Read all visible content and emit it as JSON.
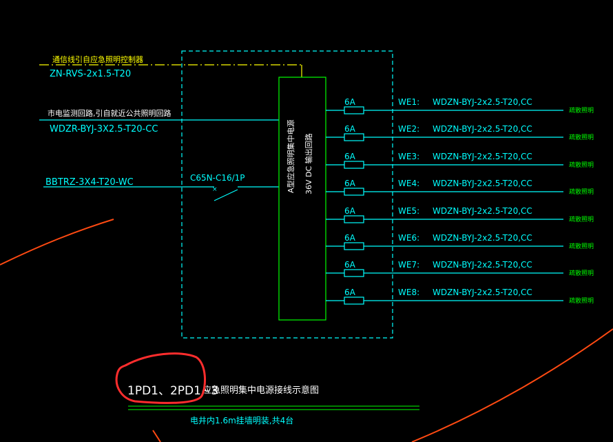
{
  "incoming": {
    "control_label": "通信线引自应急照明控制器",
    "control_cable": "ZN-RVS-2x1.5-T20",
    "monitor_label": "市电监测回路,引自就近公共照明回路",
    "monitor_cable": "WDZR-BYJ-3X2.5-T20-CC",
    "power_cable": "BBTRZ-3X4-T20-WC"
  },
  "breaker": "C65N-C16/1P",
  "power_unit": {
    "line1": "A型应急照明集中电源",
    "line2": "36V DC 输出回路"
  },
  "circuits": [
    {
      "fuse": "6A",
      "id": "WE1:",
      "cable": "WDZN-BYJ-2x2.5-T20,CC",
      "load": "疏散照明"
    },
    {
      "fuse": "6A",
      "id": "WE2:",
      "cable": "WDZN-BYJ-2x2.5-T20,CC",
      "load": "疏散照明"
    },
    {
      "fuse": "6A",
      "id": "WE3:",
      "cable": "WDZN-BYJ-2x2.5-T20,CC",
      "load": "疏散照明"
    },
    {
      "fuse": "6A",
      "id": "WE4:",
      "cable": "WDZN-BYJ-2x2.5-T20,CC",
      "load": "疏散照明"
    },
    {
      "fuse": "6A",
      "id": "WE5:",
      "cable": "WDZN-BYJ-2x2.5-T20,CC",
      "load": "疏散照明"
    },
    {
      "fuse": "6A",
      "id": "WE6:",
      "cable": "WDZN-BYJ-2x2.5-T20,CC",
      "load": "疏散照明"
    },
    {
      "fuse": "6A",
      "id": "WE7:",
      "cable": "WDZN-BYJ-2x2.5-T20,CC",
      "load": "疏散照明"
    },
    {
      "fuse": "6A",
      "id": "WE8:",
      "cable": "WDZN-BYJ-2x2.5-T20,CC",
      "load": "疏散照明"
    }
  ],
  "caption": {
    "title_prefix": "1PD1、2PD1~3",
    "title_suffix": "应急照明集中电源接线示意图",
    "note": "电井内1.6m挂墙明装,共4台"
  },
  "colors": {
    "background": "#000000",
    "line": "#00ffff",
    "text": "#ffffff",
    "box": "#00ff00",
    "label": "#ffff00",
    "load": "#00ff00",
    "annotation": "#ff2d2d",
    "orange": "#ff4a12"
  }
}
